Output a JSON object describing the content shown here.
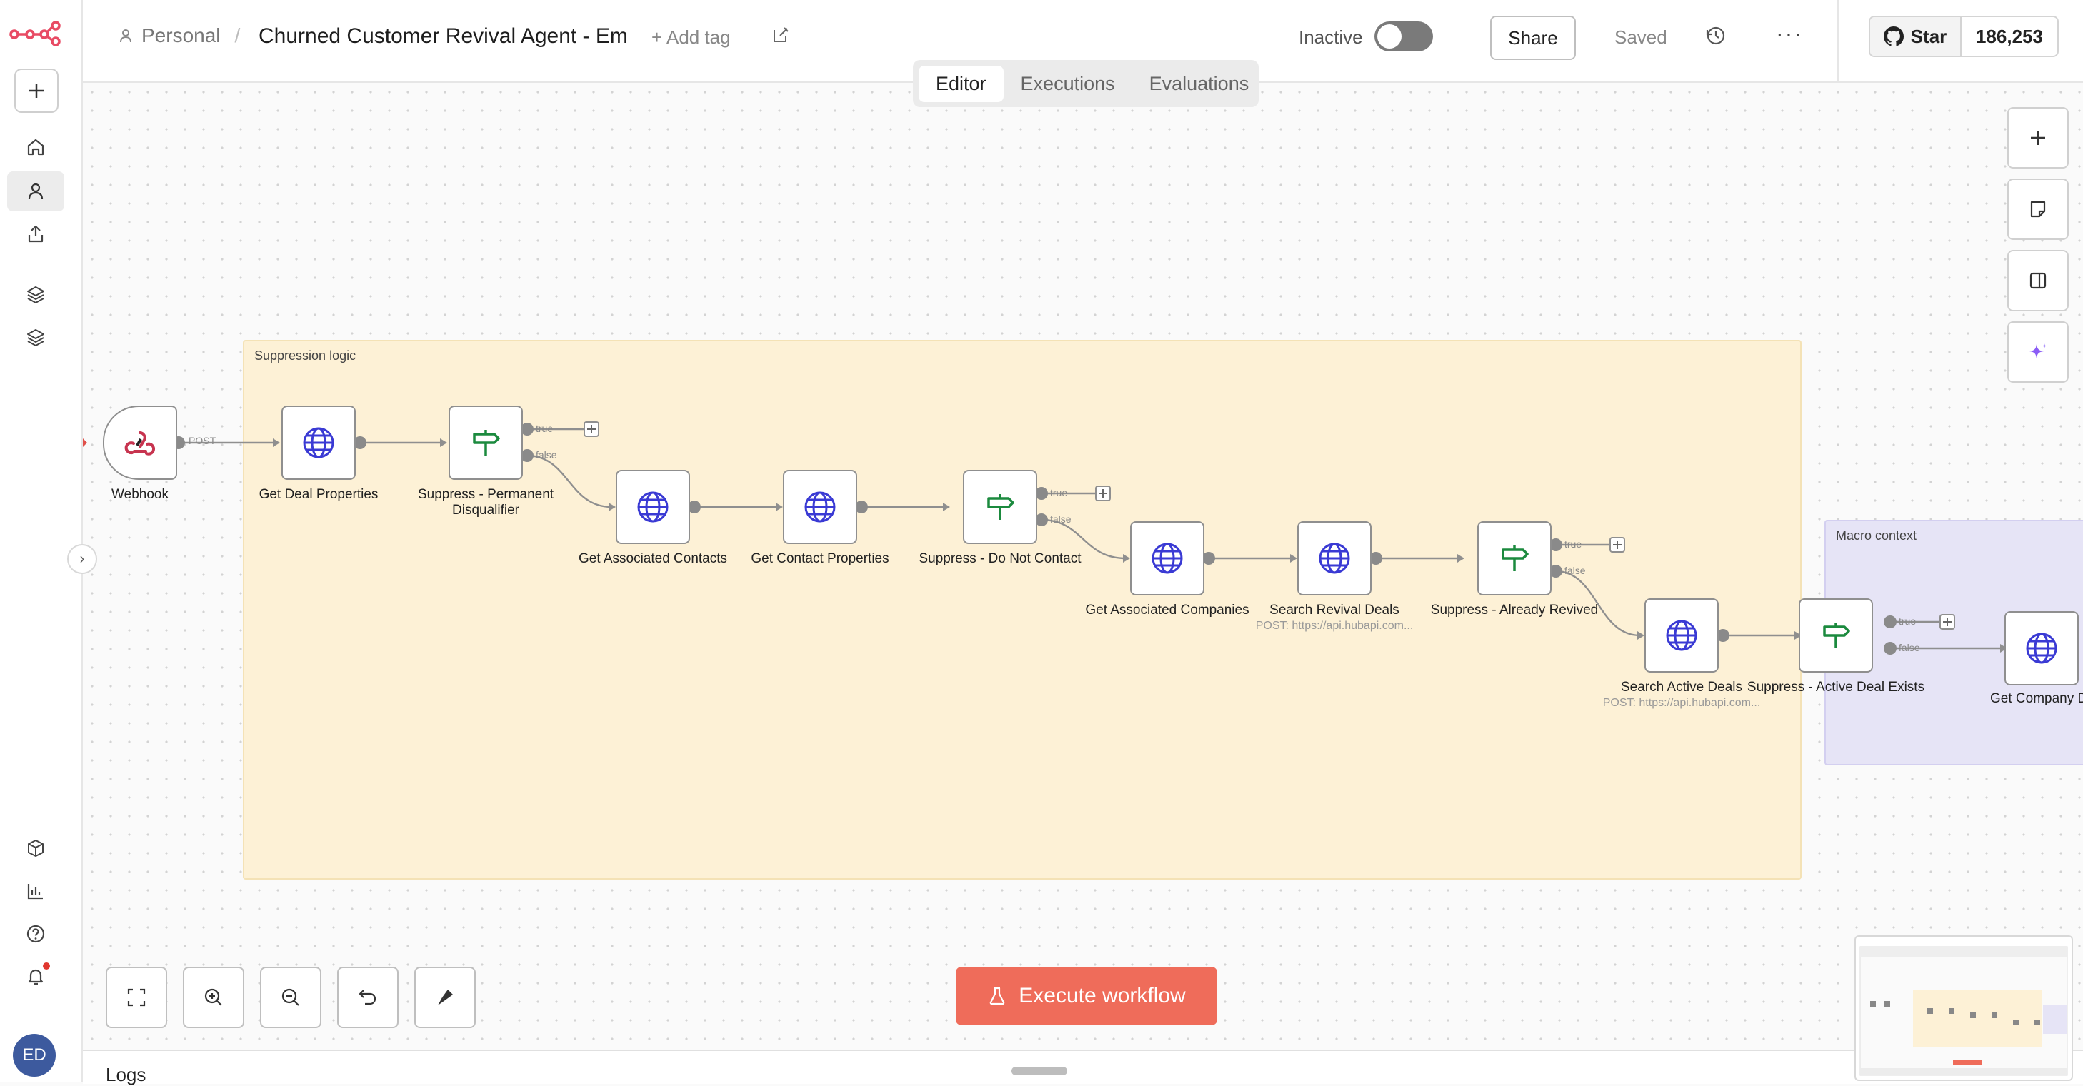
{
  "header": {
    "project": "Personal",
    "separator": "/",
    "workflow_title": "Churned Customer Revival Agent - Em",
    "add_tag": "+ Add tag",
    "status_label": "Inactive",
    "share_label": "Share",
    "saved_label": "Saved",
    "more_label": "···",
    "github": {
      "star_label": "Star",
      "star_count": "186,253"
    }
  },
  "tabs": [
    {
      "label": "Editor",
      "active": true
    },
    {
      "label": "Executions",
      "active": false
    },
    {
      "label": "Evaluations",
      "active": false
    }
  ],
  "sidebar": {
    "icons": [
      "n8n-logo-icon",
      "plus-icon",
      "home-icon",
      "user-icon",
      "share-icon",
      "layers-icon",
      "layers-alt-icon",
      "cube-icon",
      "chart-icon",
      "help-icon",
      "bell-icon"
    ],
    "avatar_initials": "ED",
    "active_item": "user-icon"
  },
  "canvas": {
    "stickies": [
      {
        "id": "suppression",
        "label": "Suppression logic",
        "color": "#fdf1d6"
      },
      {
        "id": "macro",
        "label": "Macro context",
        "color": "#e6e4f6"
      }
    ],
    "nodes": [
      {
        "id": "webhook",
        "label": "Webhook",
        "type": "trigger",
        "icon": "webhook-icon"
      },
      {
        "id": "get-deal",
        "label": "Get Deal Properties",
        "type": "http",
        "icon": "globe-icon"
      },
      {
        "id": "suppress-perm",
        "label": "Suppress - Permanent Disqualifier",
        "type": "if",
        "icon": "signpost-icon"
      },
      {
        "id": "get-assoc-contacts",
        "label": "Get Associated Contacts",
        "type": "http",
        "icon": "globe-icon"
      },
      {
        "id": "get-contact-props",
        "label": "Get Contact Properties",
        "type": "http",
        "icon": "globe-icon"
      },
      {
        "id": "suppress-dnc",
        "label": "Suppress - Do Not Contact",
        "type": "if",
        "icon": "signpost-icon"
      },
      {
        "id": "get-assoc-companies",
        "label": "Get Associated Companies",
        "type": "http",
        "icon": "globe-icon"
      },
      {
        "id": "search-revival",
        "label": "Search Revival Deals",
        "sub": "POST: https://api.hubapi.com...",
        "type": "http",
        "icon": "globe-icon"
      },
      {
        "id": "suppress-revived",
        "label": "Suppress - Already Revived",
        "type": "if",
        "icon": "signpost-icon"
      },
      {
        "id": "search-active",
        "label": "Search Active Deals",
        "sub": "POST: https://api.hubapi.com...",
        "type": "http",
        "icon": "globe-icon"
      },
      {
        "id": "suppress-active",
        "label": "Suppress - Active Deal Exists",
        "type": "if",
        "icon": "signpost-icon"
      },
      {
        "id": "get-company",
        "label": "Get Company De",
        "type": "http",
        "icon": "globe-icon"
      }
    ],
    "edge_labels": {
      "post": "POST",
      "true": "true",
      "false": "false"
    }
  },
  "controls": {
    "execute_label": "Execute workflow",
    "bottom_buttons": [
      "fit-view-icon",
      "zoom-in-icon",
      "zoom-out-icon",
      "undo-icon",
      "tidy-up-icon"
    ],
    "right_buttons": [
      "plus-icon",
      "sticky-note-icon",
      "panel-icon",
      "ai-sparkle-icon"
    ]
  },
  "logs": {
    "label": "Logs"
  },
  "colors": {
    "accent": "#ef6c5a",
    "http_icon": "#3a3ad4",
    "if_icon": "#1b8a3e",
    "webhook_icon": "#c7344f"
  }
}
